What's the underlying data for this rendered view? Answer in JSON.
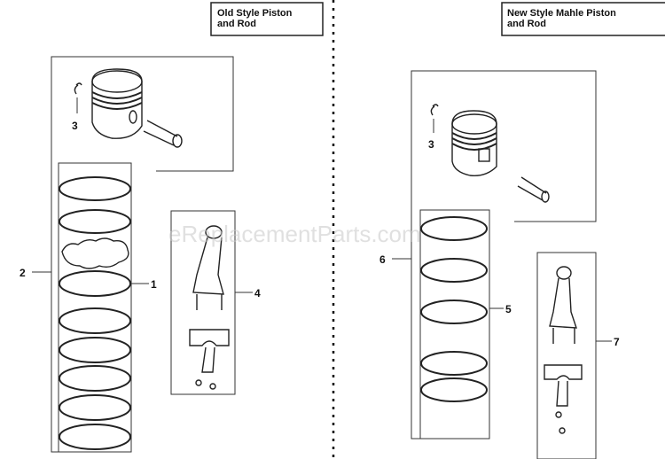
{
  "diagram": {
    "left_section": {
      "title_line1": "Old Style Piston",
      "title_line2": "and Rod",
      "callouts": {
        "rings_set": "1",
        "piston_assembly": "2",
        "retainer": "3",
        "connecting_rod": "4"
      }
    },
    "right_section": {
      "title_line1": "New Style Mahle Piston",
      "title_line2": "and Rod",
      "callouts": {
        "retainer": "3",
        "rings_set": "5",
        "piston_assembly": "6",
        "connecting_rod": "7"
      }
    },
    "watermark": "eReplacementParts.com"
  }
}
